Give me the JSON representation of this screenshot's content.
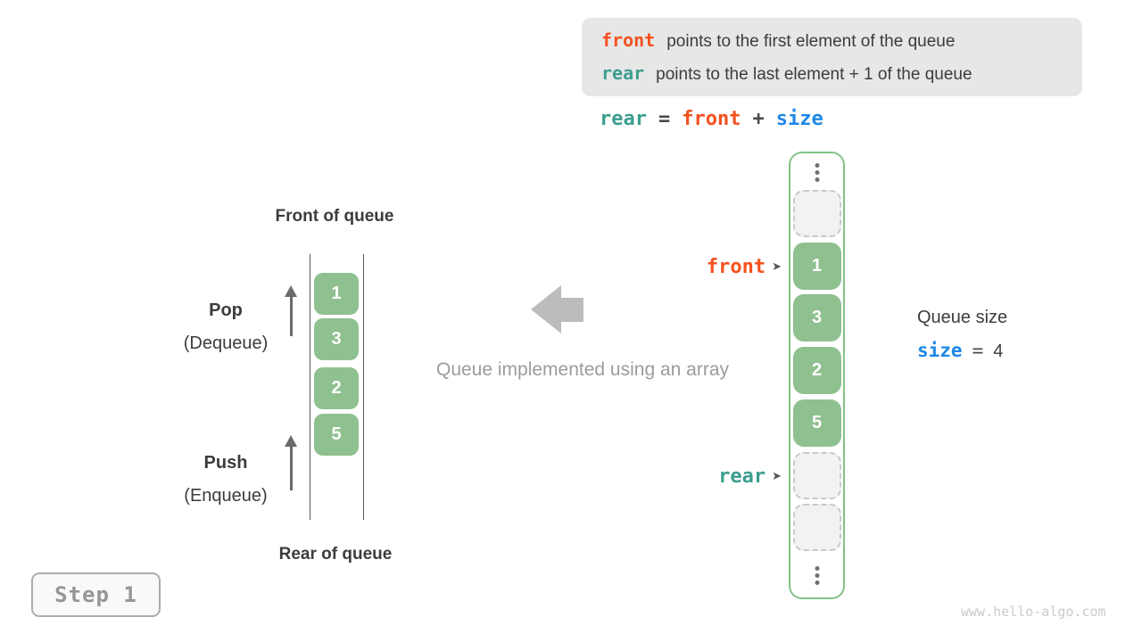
{
  "legend": {
    "front_term": "front",
    "front_desc": "points to the first element of the queue",
    "rear_term": "rear",
    "rear_desc": "points to the last element + 1 of the queue"
  },
  "formula": {
    "lhs": "rear",
    "eq": "=",
    "operand1": "front",
    "plus": "+",
    "operand2": "size"
  },
  "left_diagram": {
    "front_label": "Front of queue",
    "rear_label": "Rear of queue",
    "pop_label": "Pop",
    "pop_sub": "(Dequeue)",
    "push_label": "Push",
    "push_sub": "(Enqueue)",
    "values": [
      "1",
      "3",
      "2",
      "5"
    ]
  },
  "middle": {
    "caption": "Queue implemented using an array"
  },
  "array_diagram": {
    "pointer_glyph": "➤",
    "front_pointer": "front",
    "rear_pointer": "rear",
    "cells": [
      {
        "state": "empty",
        "value": ""
      },
      {
        "state": "filled",
        "value": "1"
      },
      {
        "state": "filled",
        "value": "3"
      },
      {
        "state": "filled",
        "value": "2"
      },
      {
        "state": "filled",
        "value": "5"
      },
      {
        "state": "empty",
        "value": ""
      },
      {
        "state": "empty",
        "value": ""
      }
    ]
  },
  "size_info": {
    "title": "Queue size",
    "var": "size",
    "eq": "=",
    "value": "4"
  },
  "step_badge": {
    "label": "Step 1"
  },
  "watermark": "www.hello-algo.com",
  "colors": {
    "orange": "#F4511E",
    "teal": "#3C9E8E",
    "blue": "#1E88E5",
    "green": "#8FC08F",
    "greenBorder": "#85C285",
    "dark": "#3C3C3C",
    "midGray": "#9C9C9C",
    "bigArrow": "#BCBCBC",
    "arrowGray": "#6B6B6B",
    "lineGray": "#5A5A5A",
    "dotGray": "#707070",
    "pointerGray": "#555555",
    "dashGray": "#C9C9C9",
    "emptyBg": "#F2F2F2",
    "legendBg": "#E7E7E7",
    "stepBg": "#F9F9F9",
    "stepBorder": "#ACACAC",
    "stepText": "#969696",
    "watermark": "#CBCBCB"
  }
}
